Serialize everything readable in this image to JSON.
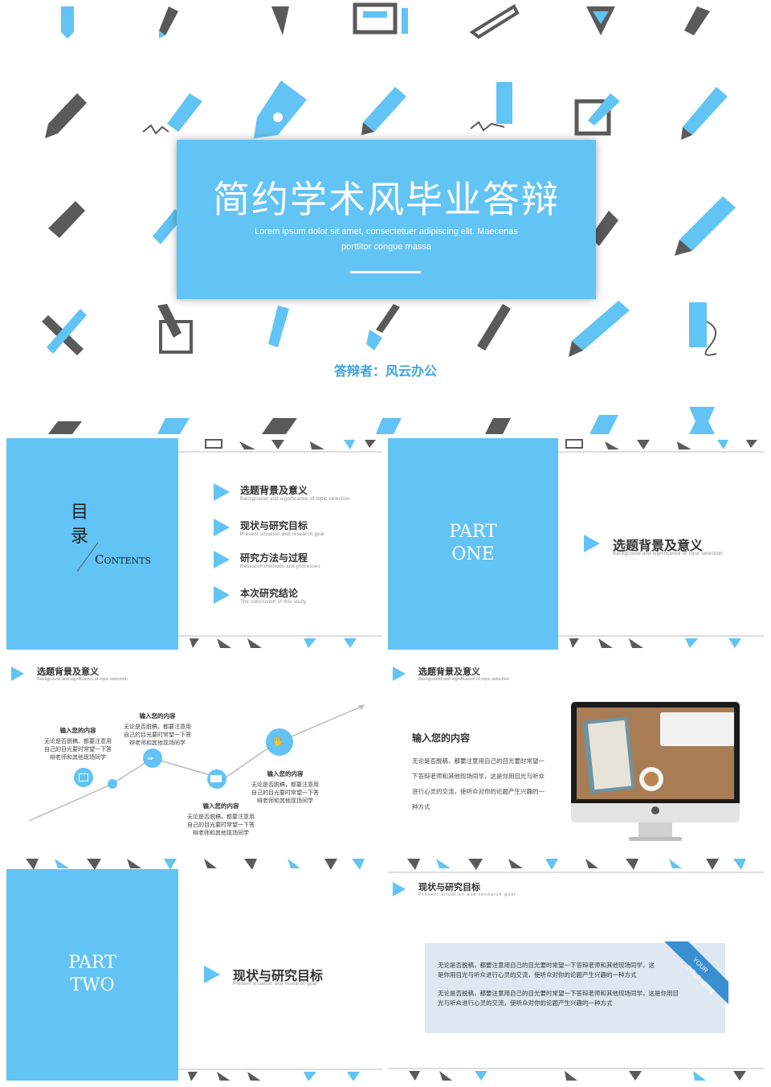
{
  "cover": {
    "title": "简约学术风毕业答辩",
    "subtitle_line1": "Lorem ipsum dolor sit amet, consectetuer adipiscing elit. Maecenas",
    "subtitle_line2": "porttitor congue massa",
    "presenter": "答辩者：风云办公"
  },
  "toc": {
    "title_cn": "目\n录",
    "title_en": "Contents",
    "items": [
      {
        "title": "选题背景及意义",
        "sub": "Background and significance of topic selection"
      },
      {
        "title": "现状与研究目标",
        "sub": "Present situation and research goal"
      },
      {
        "title": "研究方法与过程",
        "sub": "Research methods and processes"
      },
      {
        "title": "本次研究结论",
        "sub": "The conclusion of this study"
      }
    ]
  },
  "part_one": {
    "part_line1": "PART",
    "part_line2": "ONE",
    "heading": "选题背景及意义",
    "sub": "Background and significance of topic selection"
  },
  "timeline_slide": {
    "heading": "选题背景及意义",
    "sub": "Background and significance of topic selection",
    "nodes": [
      {
        "title": "输入您的内容",
        "text": "无论是否脱稿，都要注意用自己的目光要时常望一下答辩老师和其他现场同学"
      },
      {
        "title": "输入您的内容",
        "text": "无论是否脱稿，都要注意用自己的目光要时常望一下答辩老师和其他现场同学"
      },
      {
        "title": "输入您的内容",
        "text": "无论是否脱稿，都要注意用自己的目光要时常望一下答辩老师和其他现场同学"
      },
      {
        "title": "输入您的内容",
        "text": "无论是否脱稿，都要注意用自己的目光要时常望一下答辩老师和其他现场同学"
      }
    ]
  },
  "imac_slide": {
    "heading": "选题背景及意义",
    "sub": "Background and significance of topic selection",
    "content_title": "输入您的内容",
    "content_lines": [
      "无论是否脱稿，都要注意用自己的目光要时常望一",
      "下答辩老师和其他现场同学，这是你用目光与听众",
      "进行心灵的交流，使听众对你的论题产生兴趣的一",
      "种方式"
    ]
  },
  "part_two": {
    "part_line1": "PART",
    "part_line2": "TWO",
    "heading": "现状与研究目标",
    "sub": "Present situation and research goal"
  },
  "text_slide": {
    "heading": "现状与研究目标",
    "sub": "Present situation and research goal",
    "ribbon_line1": "YOUR",
    "ribbon_line2": "TITLE HERE",
    "para1_line1": "无论是否脱稿，都要注意用自己的目光要时常望一下答辩老师和其他现场同学，这",
    "para1_line2": "是你用目光与听众进行心灵的交流，使听众对你的论题产生兴趣的一种方式",
    "para2_line1": "无论是否脱稿，都要注意用自己的目光要时常望一下答辩老师和其他现场同学，这是你用目",
    "para2_line2": "光与听众进行心灵的交流，使听众对你的论题产生兴趣的一种方式"
  },
  "colors": {
    "accent": "#62c3f5",
    "dark_icon": "#5a5a5a",
    "text_box": "#dde8f2"
  }
}
